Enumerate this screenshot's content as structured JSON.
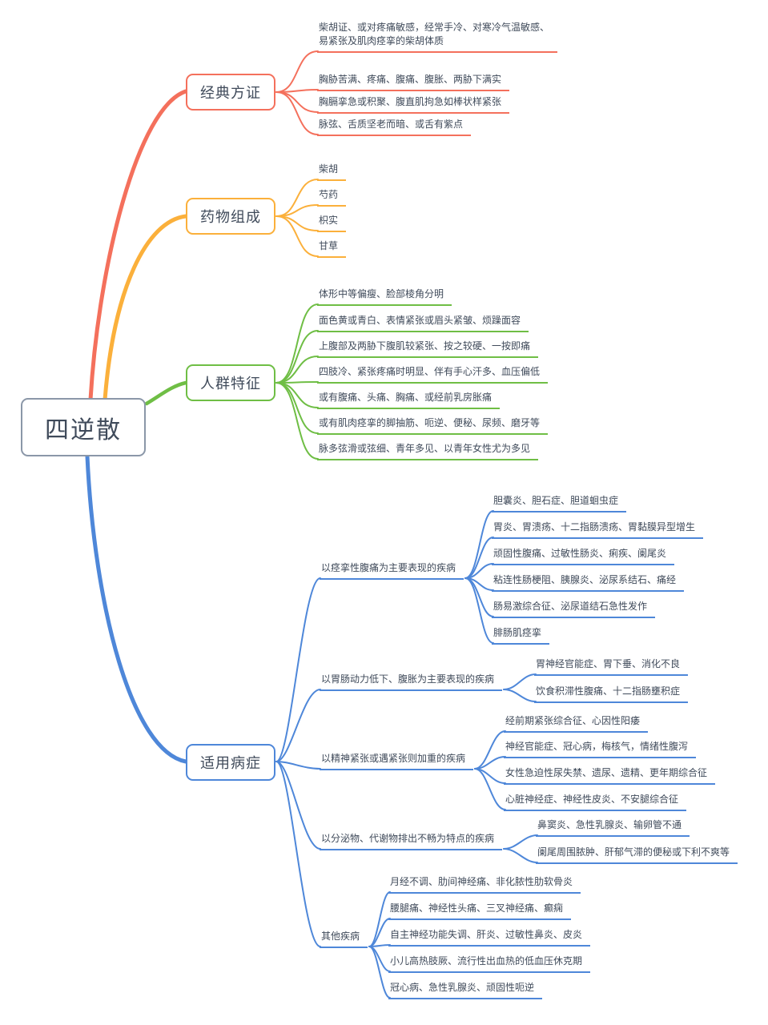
{
  "root": {
    "label": "四逆散"
  },
  "colors": {
    "classic": "#F4705C",
    "composition": "#FBB03B",
    "population": "#6FBE45",
    "indications": "#4E87D9",
    "root_border": "#8B97A8",
    "text": "#3F4A5A"
  },
  "branches": [
    {
      "label": "经典方证",
      "color": "#F4705C",
      "children": [
        "柴胡证、或对疼痛敏感，经常手冷、对寒冷气温敏感、\n易紧张及肌肉痉挛的柴胡体质",
        "胸胁苦满、疼痛、腹痛、腹胀、两胁下满实",
        "胸膈挛急或积聚、腹直肌拘急如棒状样紧张",
        "脉弦、舌质坚老而暗、或舌有紫点"
      ]
    },
    {
      "label": "药物组成",
      "color": "#FBB03B",
      "children": [
        "柴胡",
        "芍药",
        "枳实",
        "甘草"
      ]
    },
    {
      "label": "人群特征",
      "color": "#6FBE45",
      "children": [
        "体形中等偏瘦、脸部棱角分明",
        "面色黄或青白、表情紧张或眉头紧皱、烦躁面容",
        "上腹部及两胁下腹肌较紧张、按之较硬、一按即痛",
        "四肢冷、紧张疼痛时明显、伴有手心汗多、血压偏低",
        "或有腹痛、头痛、胸痛、或经前乳房胀痛",
        "或有肌肉痉挛的脚抽筋、呃逆、便秘、尿频、磨牙等",
        "脉多弦滑或弦细、青年多见、以青年女性尤为多见"
      ]
    },
    {
      "label": "适用病症",
      "color": "#4E87D9",
      "groups": [
        {
          "label": "以痉挛性腹痛为主要表现的疾病",
          "children": [
            "胆囊炎、胆石症、胆道蛔虫症",
            "胃炎、胃溃疡、十二指肠溃疡、胃黏膜异型增生",
            "顽固性腹痛、过敏性肠炎、痢疾、阑尾炎",
            "粘连性肠梗阻、胰腺炎、泌尿系结石、痛经",
            "肠易激综合征、泌尿道结石急性发作",
            "腓肠肌痉挛"
          ]
        },
        {
          "label": "以胃肠动力低下、腹胀为主要表现的疾病",
          "children": [
            "胃神经官能症、胃下垂、消化不良",
            "饮食积滞性腹痛、十二指肠壅积症"
          ]
        },
        {
          "label": "以精神紧张或遇紧张则加重的疾病",
          "children": [
            "经前期紧张综合征、心因性阳痿",
            "神经官能症、冠心病，梅核气，情绪性腹泻",
            "女性急迫性尿失禁、遗尿、遗精、更年期综合征",
            "心脏神经症、神经性皮炎、不安腿综合征"
          ]
        },
        {
          "label": "以分泌物、代谢物排出不畅为特点的疾病",
          "children": [
            "鼻窦炎、急性乳腺炎、输卵管不通",
            "阑尾周围脓肿、肝郁气滞的便秘或下利不爽等"
          ]
        },
        {
          "label": "其他疾病",
          "children": [
            "月经不调、肋间神经痛、非化脓性肋软骨炎",
            "腰腿痛、神经性头痛、三叉神经痛、癫痫",
            "自主神经功能失调、肝炎、过敏性鼻炎、皮炎",
            "小儿高热肢厥、流行性出血热的低血压休克期",
            "冠心病、急性乳腺炎、顽固性呃逆"
          ]
        }
      ]
    }
  ]
}
